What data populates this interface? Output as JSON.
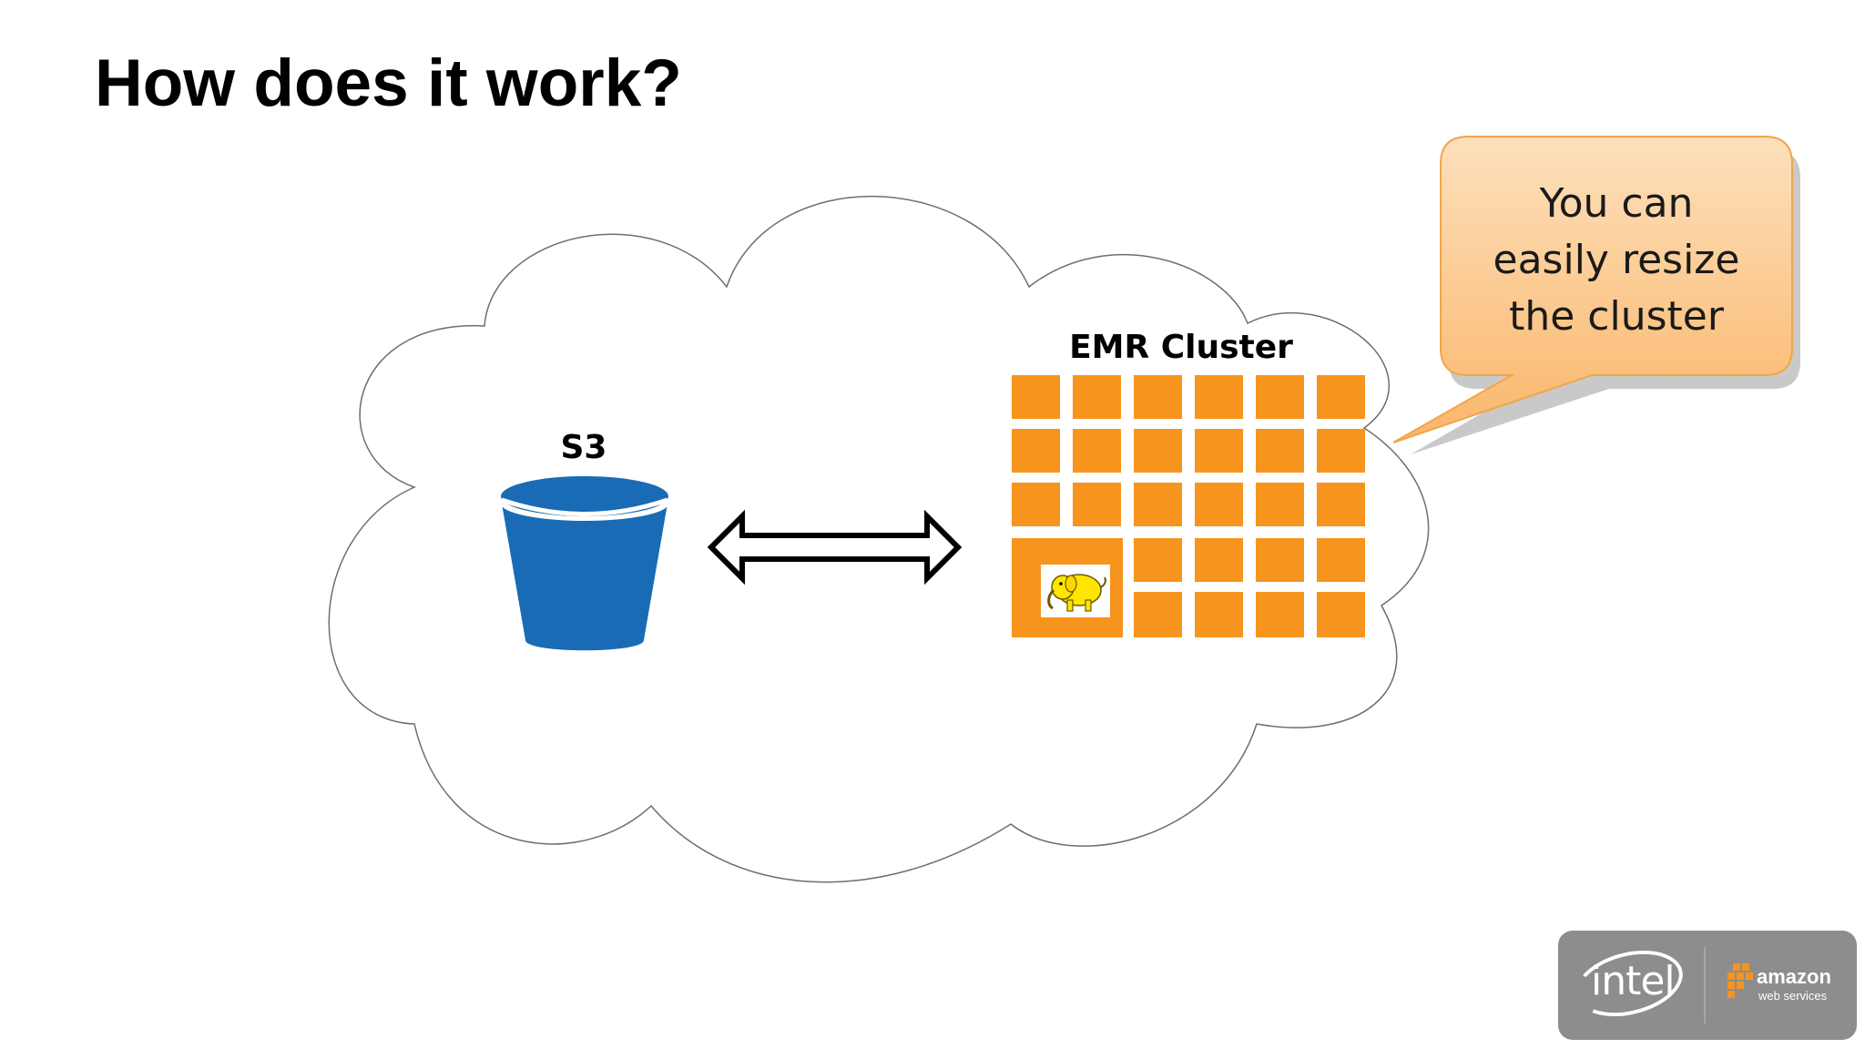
{
  "slide": {
    "title": "How does it work?"
  },
  "diagram": {
    "s3_label": "S3",
    "cluster_label": "EMR Cluster",
    "callout_lines": [
      "You can",
      "easily resize",
      "the cluster"
    ]
  },
  "logos": {
    "intel": "intel",
    "aws_word": "amazon",
    "aws_sub": "web services"
  },
  "colors": {
    "cluster_node": "#f7941d",
    "bucket_blue": "#1a6bb5",
    "callout_fill": "#fcc382",
    "hadoop_yellow": "#ffe600",
    "logo_bg": "#8d8d8d",
    "aws_orange": "#f79421"
  },
  "icons": [
    "s3-bucket-icon",
    "bidirectional-arrow-icon",
    "hadoop-elephant-icon",
    "intel-logo",
    "aws-logo"
  ]
}
